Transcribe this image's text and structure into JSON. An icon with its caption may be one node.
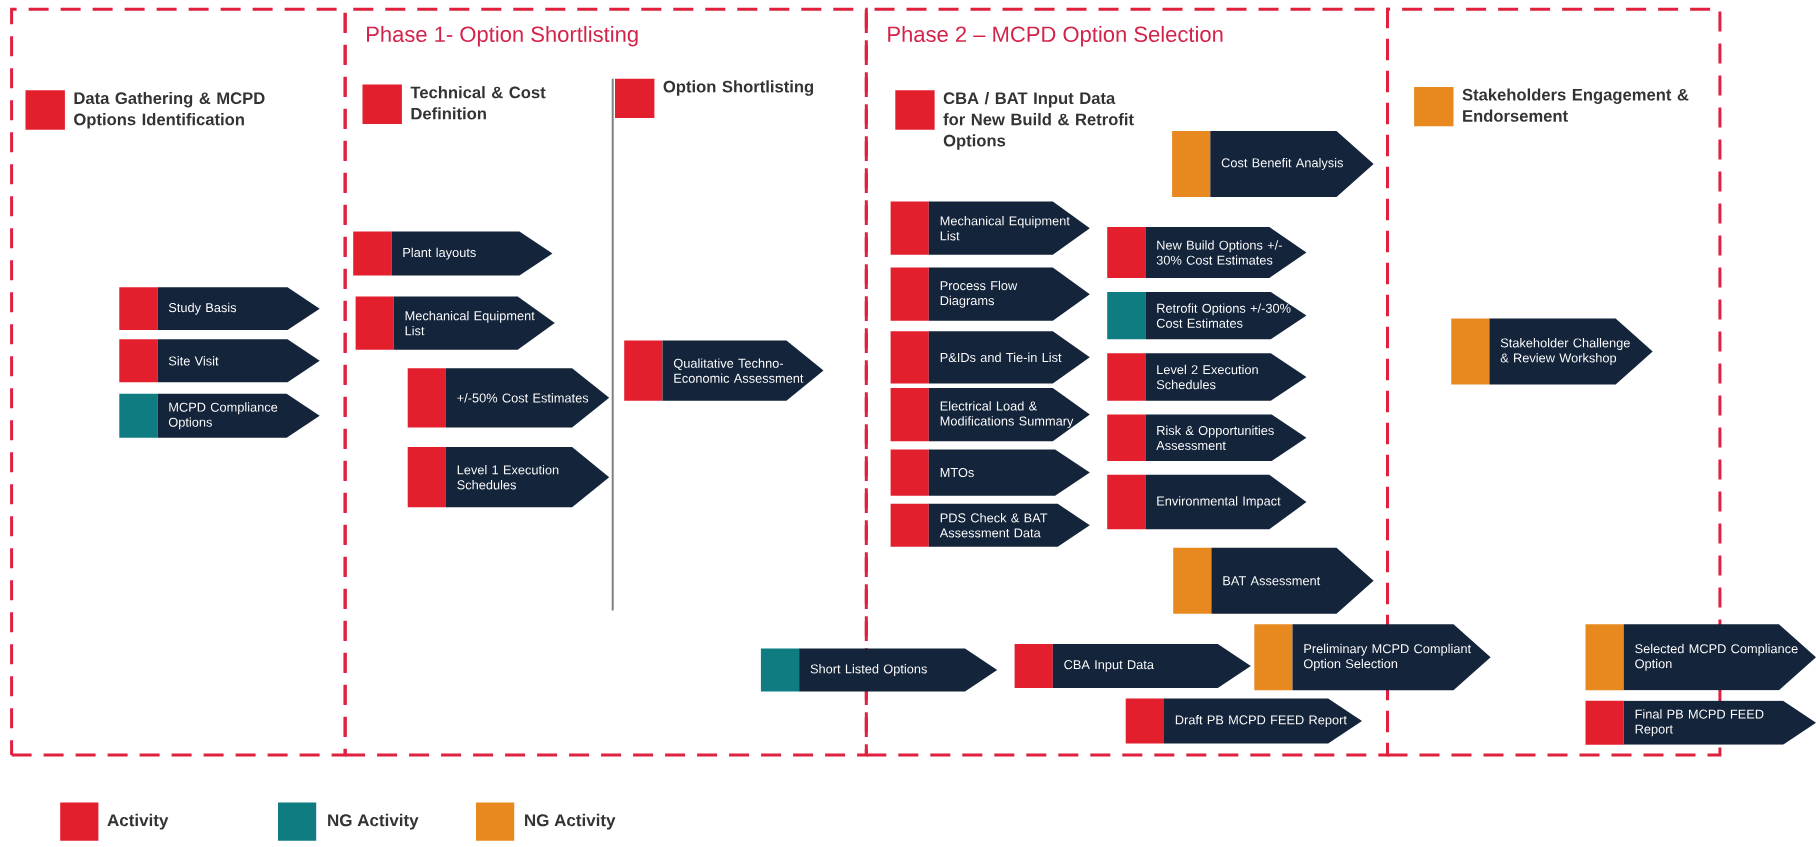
{
  "diagram": {
    "nodes": [
      {
        "text": [],
        "shape": "box"
      },
      {
        "text": [
          "Data Gathering & MCPD Options Identification"
        ],
        "in": 0
      },
      {
        "text": [
          "Study Basis"
        ],
        "in": 0
      },
      {
        "text": [
          "Site Visit"
        ],
        "in": 0
      },
      {
        "text": [
          "MCPD Compliance Options"
        ],
        "in": 0
      },
      {
        "text": [
          "Phase 1- Option Shortlisting"
        ]
      },
      {
        "text": [
          "Technical & Cost Definition"
        ],
        "in": 5
      },
      {
        "text": [
          "Option Shortlisting"
        ],
        "in": 5
      },
      {
        "text": [
          "Plant layouts"
        ],
        "in": 5
      },
      {
        "text": [
          "Mechanical Equipment List"
        ],
        "in": 5
      },
      {
        "text": [
          "+/-50% Cost Estimates"
        ],
        "in": 5
      },
      {
        "text": [
          "Level 1 Execution Schedules"
        ],
        "in": 5
      },
      {
        "text": [
          "Qualitative Techno-Economic Assessment"
        ],
        "in": 5
      },
      {
        "text": [
          "Short Listed Options"
        ]
      },
      {
        "text": [
          "Phase 2 – MCPD Option Selection"
        ]
      },
      {
        "text": [
          "CBA / BAT Input Data for New Build & Retrofit Options"
        ],
        "in": 14
      },
      {
        "text": [
          "Cost Benefit Analysis"
        ],
        "in": 14
      },
      {
        "text": [
          "Mechanical Equipment List"
        ],
        "in": 14
      },
      {
        "text": [
          "Process Flow Diagrams"
        ],
        "in": 14
      },
      {
        "text": [
          "P&IDs and Tie-in List"
        ],
        "in": 14
      },
      {
        "text": [
          "Electrical Load & Modifications Summary"
        ],
        "in": 14
      },
      {
        "text": [
          "MTOs"
        ],
        "in": 14
      },
      {
        "text": [
          "PDS Check & BAT Assessment Data"
        ],
        "in": 14
      },
      {
        "text": [
          "New Build Options +/-30% Cost Estimates"
        ],
        "in": 14
      },
      {
        "text": [
          "Retrofit Options +/-30% Cost Estimates"
        ],
        "in": 14
      },
      {
        "text": [
          "Level 2 Execution Schedules"
        ],
        "in": 14
      },
      {
        "text": [
          "Risk & Opportunities Assessment"
        ],
        "in": 14
      },
      {
        "text": [
          "Environmental Impact"
        ],
        "in": 14
      },
      {
        "text": [
          "BAT Assessment"
        ],
        "in": 14
      },
      {
        "text": [
          "CBA Input Data"
        ],
        "in": 14
      },
      {
        "text": [
          "Preliminary MCPD Compliant Option Selection"
        ]
      },
      {
        "text": [
          "Draft PB MCPD FEED Report"
        ],
        "in": 14
      },
      {
        "text": [],
        "shape": "box"
      },
      {
        "text": [
          "Stakeholders Engagement & Endorsement"
        ],
        "in": 32
      },
      {
        "text": [
          "Stakeholder Challenge & Review Workshop"
        ],
        "in": 32
      },
      {
        "text": [
          "Selected MCPD Compliance Option"
        ]
      },
      {
        "text": [
          "Final PB MCPD FEED Report"
        ]
      }
    ],
    "legend": [
      {
        "text": "Activity",
        "color": "#e31e2d"
      },
      {
        "text": "NG Activity",
        "color": "#0e7c80"
      },
      {
        "text": "NG Activity",
        "color": "#e8891f"
      }
    ]
  }
}
